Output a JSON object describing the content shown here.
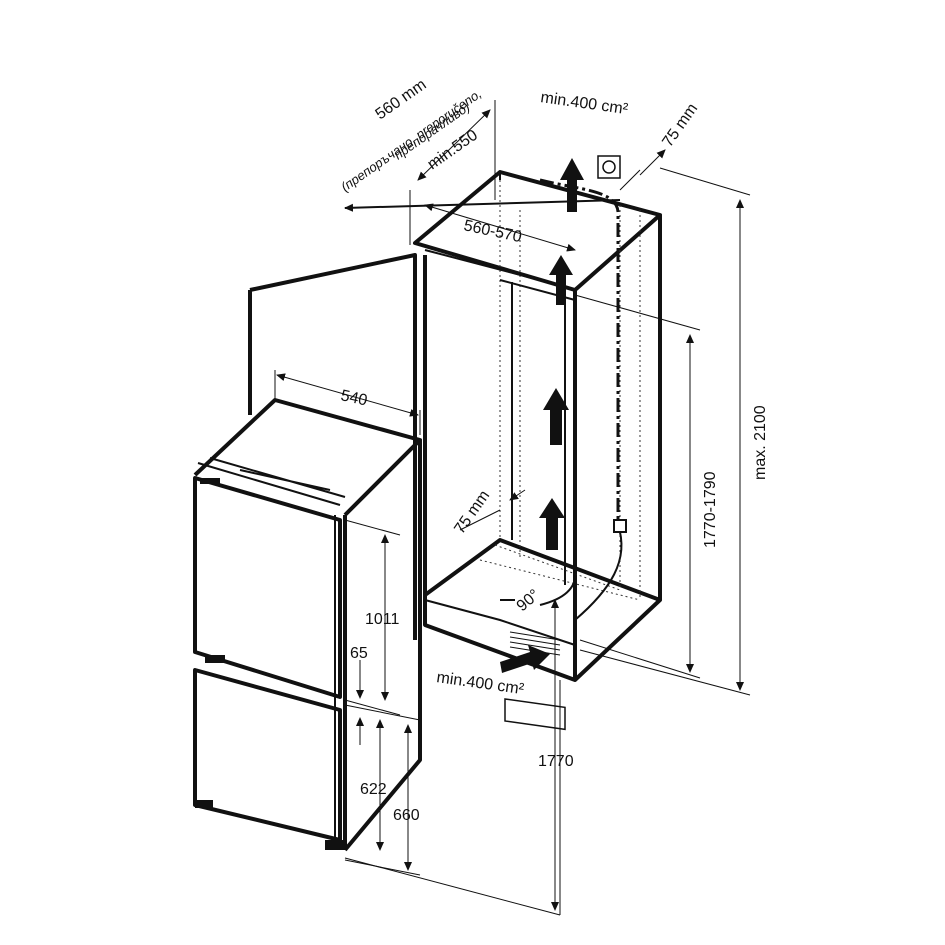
{
  "labels": {
    "niche_depth": "560 mm",
    "recommended_line1": "(препоръчано, preporučeno,",
    "recommended_line2": "препорачливо)",
    "min_depth": "min.550",
    "vent_top": "min.400 cm²",
    "vent_gap_top": "75 mm",
    "inner_width": "560-570",
    "appliance_width": "540",
    "vent_gap_back": "75 mm",
    "door_angle": "90°",
    "height_1011": "1011",
    "height_65": "65",
    "height_622": "622",
    "height_660": "660",
    "vent_bottom": "min.400 cm²",
    "height_1770": "1770",
    "niche_height": "1770-1790",
    "max_height": "max. 2100"
  },
  "icons": {
    "airflow_arrow": "up-arrow-icon",
    "power_socket": "power-socket-icon"
  },
  "colors": {
    "ink": "#111111",
    "background": "#ffffff"
  }
}
